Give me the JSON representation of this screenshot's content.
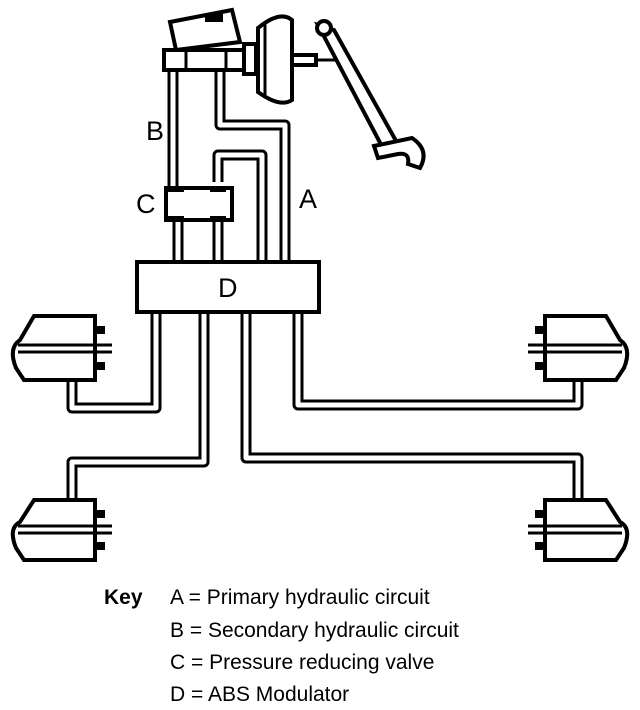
{
  "diagram": {
    "labels": {
      "a": "A",
      "b": "B",
      "c": "C",
      "d": "D"
    },
    "components": {
      "master_cylinder": "master-cylinder",
      "brake_servo": "brake-servo",
      "brake_pedal": "brake-pedal",
      "pressure_reducing_valve": "pressure-reducing-valve",
      "abs_modulator": "abs-modulator",
      "wheel_brakes": [
        "front-left",
        "front-right",
        "rear-left",
        "rear-right"
      ]
    }
  },
  "key": {
    "title": "Key",
    "items": [
      "A = Primary hydraulic circuit",
      "B = Secondary hydraulic circuit",
      "C = Pressure reducing valve",
      "D = ABS Modulator"
    ]
  },
  "colors": {
    "ink": "#000000",
    "paper": "#ffffff"
  }
}
